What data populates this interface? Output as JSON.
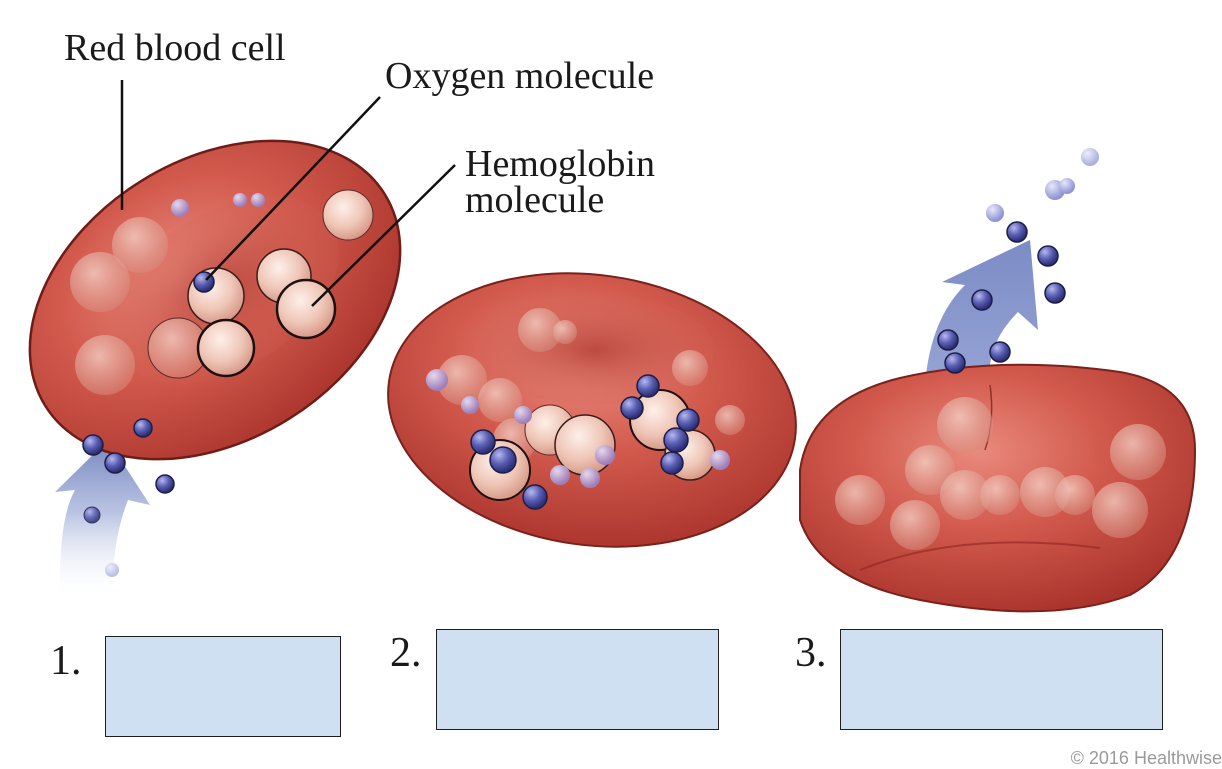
{
  "labels": {
    "red_blood_cell": "Red blood cell",
    "oxygen_molecule": "Oxygen molecule",
    "hemoglobin_line1": "Hemoglobin",
    "hemoglobin_line2": "molecule"
  },
  "steps": [
    {
      "number": "1.",
      "answer": ""
    },
    {
      "number": "2.",
      "answer": ""
    },
    {
      "number": "3.",
      "answer": ""
    }
  ],
  "copyright": "© 2016 Healthwise",
  "colors": {
    "cell_red": "#c8463d",
    "cell_dark": "#8e2420",
    "hemoglobin": "#f4d3c6",
    "oxygen": "#4b4fa0",
    "arrow_blue": "#7f93c6",
    "answer_box": "#cfe0f2"
  },
  "icons": {
    "arrow_in": "oxygen-inflow-arrow-icon",
    "arrow_out": "oxygen-outflow-arrow-icon"
  }
}
